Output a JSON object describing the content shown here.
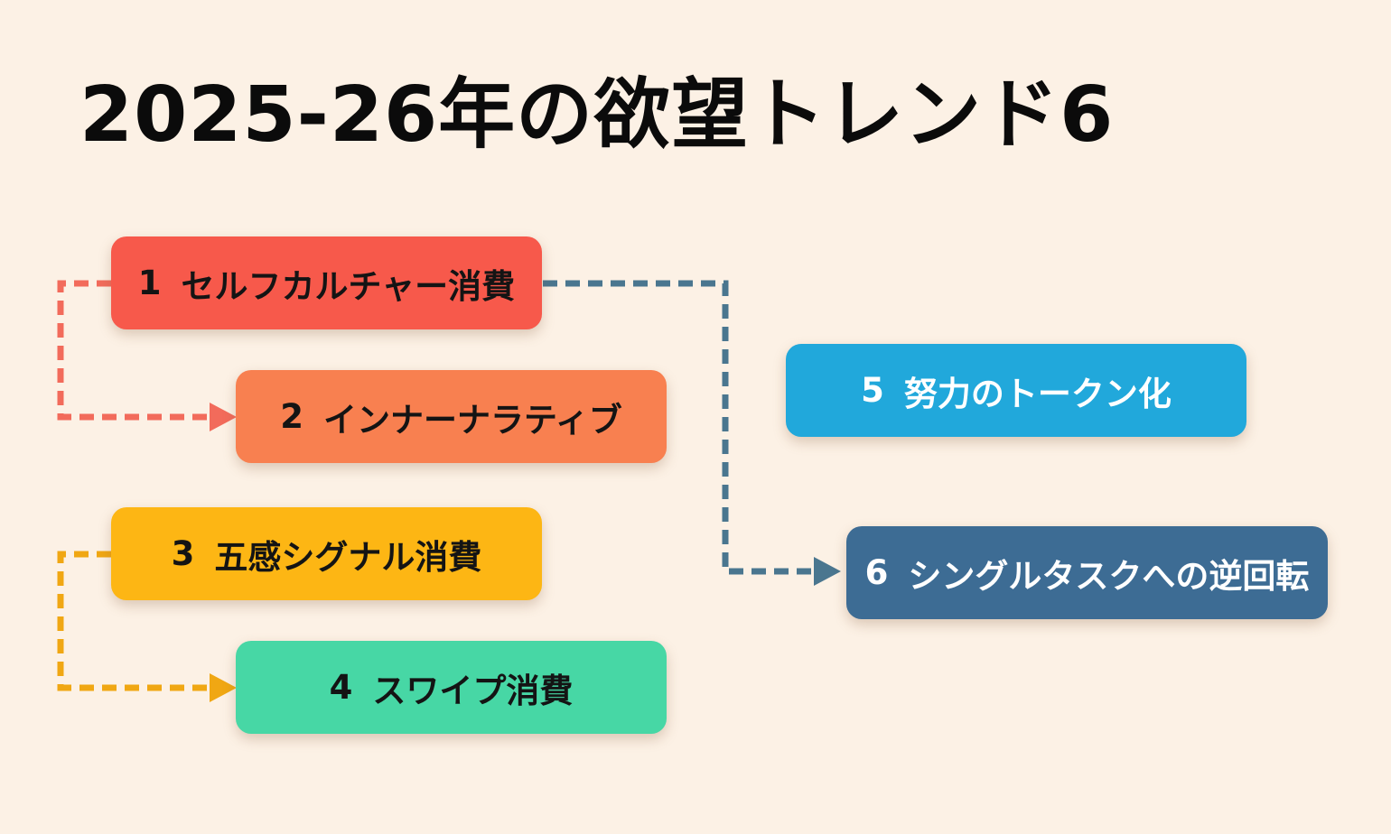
{
  "page": {
    "background": "#FCF1E5",
    "title": "2025-26年の欲望トレンド6",
    "title_color": "#0B0B0B"
  },
  "boxes": [
    {
      "number": "1",
      "label": "セルフカルチャー消費",
      "color": "#F7594B",
      "text_color": "#141414"
    },
    {
      "number": "2",
      "label": "インナーナラティブ",
      "color": "#F88050",
      "text_color": "#141414"
    },
    {
      "number": "3",
      "label": "五感シグナル消費",
      "color": "#FDB614",
      "text_color": "#141414"
    },
    {
      "number": "4",
      "label": "スワイプ消費",
      "color": "#47D7A5",
      "text_color": "#141414"
    },
    {
      "number": "5",
      "label": "努力のトークン化",
      "color": "#21A8DB",
      "text_color": "#FFFFFF"
    },
    {
      "number": "6",
      "label": "シングルタスクへの逆回転",
      "color": "#3D6C94",
      "text_color": "#FFFFFF"
    }
  ],
  "connectors": [
    {
      "from": "1",
      "to": "2",
      "color": "#F26B5B"
    },
    {
      "from": "1",
      "to": "6",
      "color": "#4A768F"
    },
    {
      "from": "3",
      "to": "4",
      "color": "#F0A713"
    }
  ]
}
